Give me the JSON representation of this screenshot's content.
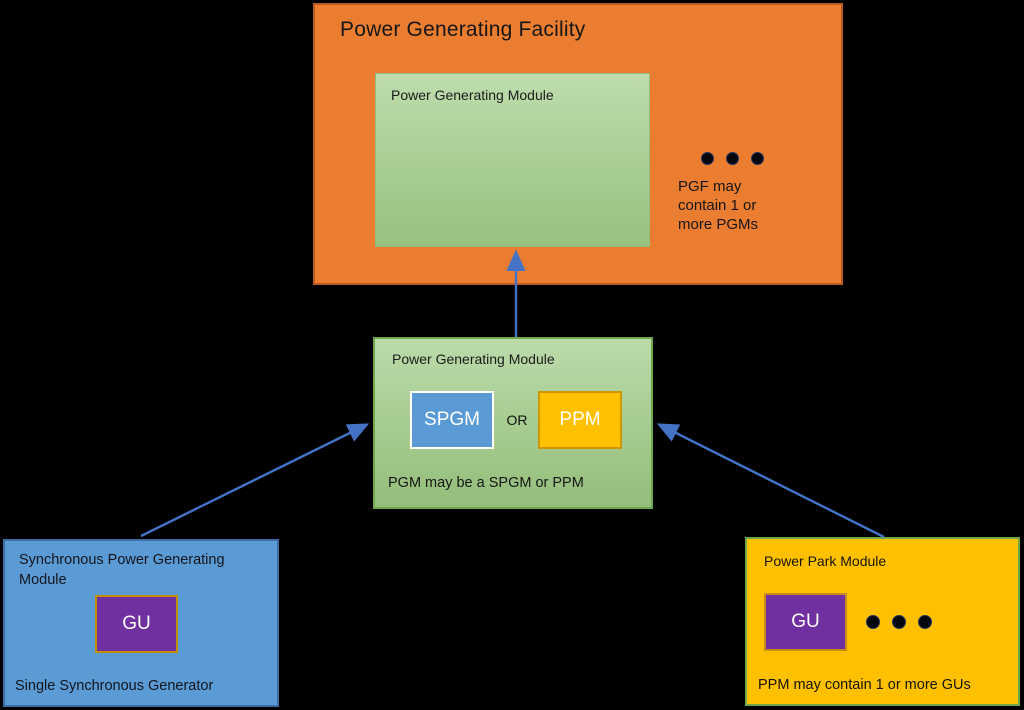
{
  "pgf": {
    "title": "Power Generating Facility",
    "module_label": "Power Generating Module",
    "note": "PGF may contain 1 or more PGMs"
  },
  "pgm": {
    "label": "Power Generating Module",
    "spgm_chip": "SPGM",
    "or_label": "OR",
    "ppm_chip": "PPM",
    "note": "PGM may be a SPGM or PPM"
  },
  "spgm": {
    "title": "Synchronous Power Generating Module",
    "gu_chip": "GU",
    "note": "Single Synchronous Generator"
  },
  "ppm": {
    "title": "Power Park Module",
    "gu_chip": "GU",
    "note": "PPM may contain 1 or more GUs"
  },
  "colors": {
    "background": "#000000",
    "orange_fill": "#EB7D31",
    "orange_border": "#BC5B21",
    "green_fill_top": "#BCDAAB",
    "green_fill_bottom": "#94BE7B",
    "green_border": "#6FA84C",
    "blue_fill": "#5B9BD5",
    "blue_border": "#3A6EA5",
    "yellow_fill": "#FFC000",
    "yellow_chip_border": "#D09500",
    "purple_fill": "#7030A0",
    "gold_border": "#BF8F00",
    "arrow": "#4472C4",
    "dot": "#05050C",
    "dot_ring": "#1F3864",
    "text": "#1B1B1B"
  }
}
